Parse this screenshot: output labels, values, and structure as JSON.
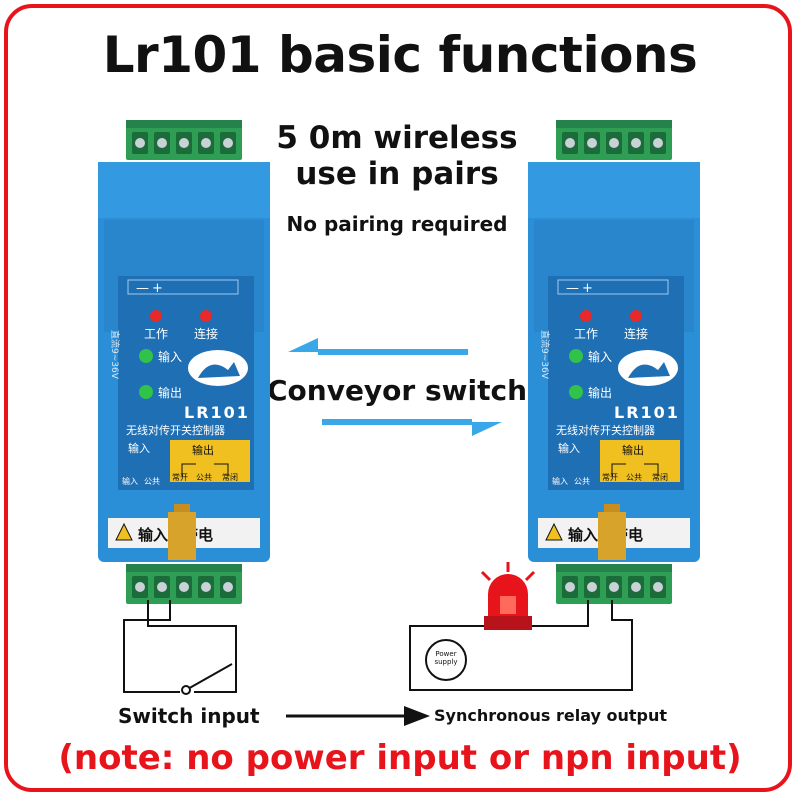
{
  "title": "Lr101 basic functions",
  "range_text": [
    "5 0m wireless",
    "use in pairs"
  ],
  "pairing_text": "No pairing required",
  "conveyor_text": "Conveyor switch",
  "switch_input_label": "Switch input",
  "relay_output_label": "Synchronous relay output",
  "power_supply_label": [
    "Power",
    "supply"
  ],
  "note": "(note: no power input or npn input)",
  "module": {
    "model": "LR101",
    "name_cn": "无线对传开关控制器",
    "work_led": "工作",
    "connect_led": "连接",
    "input_led": "输入",
    "output_led": "输出",
    "input_label": "输入",
    "output_box_label": "输出",
    "terminal_labels": [
      "输入",
      "公共",
      "常开",
      "公共",
      "常闭"
    ],
    "warning": "输入禁带电",
    "voltage": "直流9~36V",
    "power_terminals": [
      "—",
      "+"
    ]
  },
  "colors": {
    "frame": "#e8141b",
    "module": "#2b8fd8",
    "terminal": "#2e9e55",
    "arrow": "#3aa8e8",
    "output_box": "#f0c020"
  }
}
